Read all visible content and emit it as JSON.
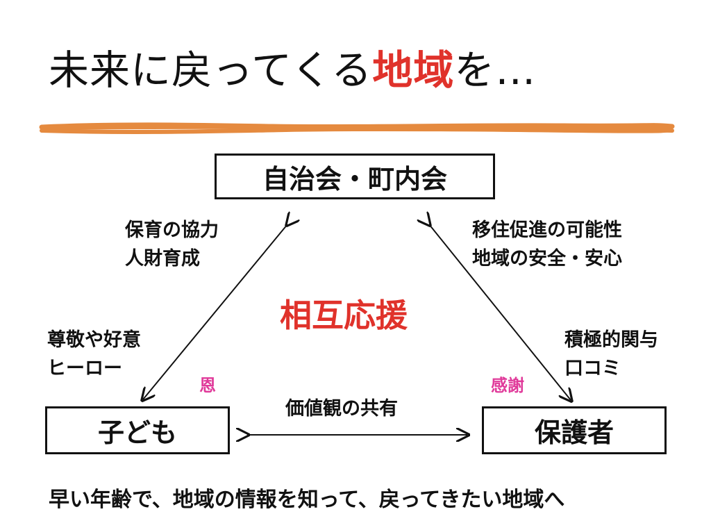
{
  "colors": {
    "accent_red": "#e0322b",
    "accent_pink": "#e03a9a",
    "brush_orange": "#e58a3f",
    "text": "#111111"
  },
  "title": {
    "prefix": "未来に戻ってくる",
    "accent": "地域",
    "suffix": "を…"
  },
  "nodes": {
    "top": "自治会・町内会",
    "left": "子ども",
    "right": "保護者"
  },
  "labels": {
    "top_left": [
      "保育の協力",
      "人財育成"
    ],
    "top_right": [
      "移住促進の可能性",
      "地域の安全・安心"
    ],
    "mid_left": [
      "尊敬や好意",
      "ヒーロー"
    ],
    "mid_right": [
      "積極的関与",
      "口コミ"
    ],
    "bottom_center": "価値観の共有",
    "center": "相互応援",
    "pink_left": "恩",
    "pink_right": "感謝"
  },
  "footer": "早い年齢で、地域の情報を知って、戻ってきたい地域へ"
}
